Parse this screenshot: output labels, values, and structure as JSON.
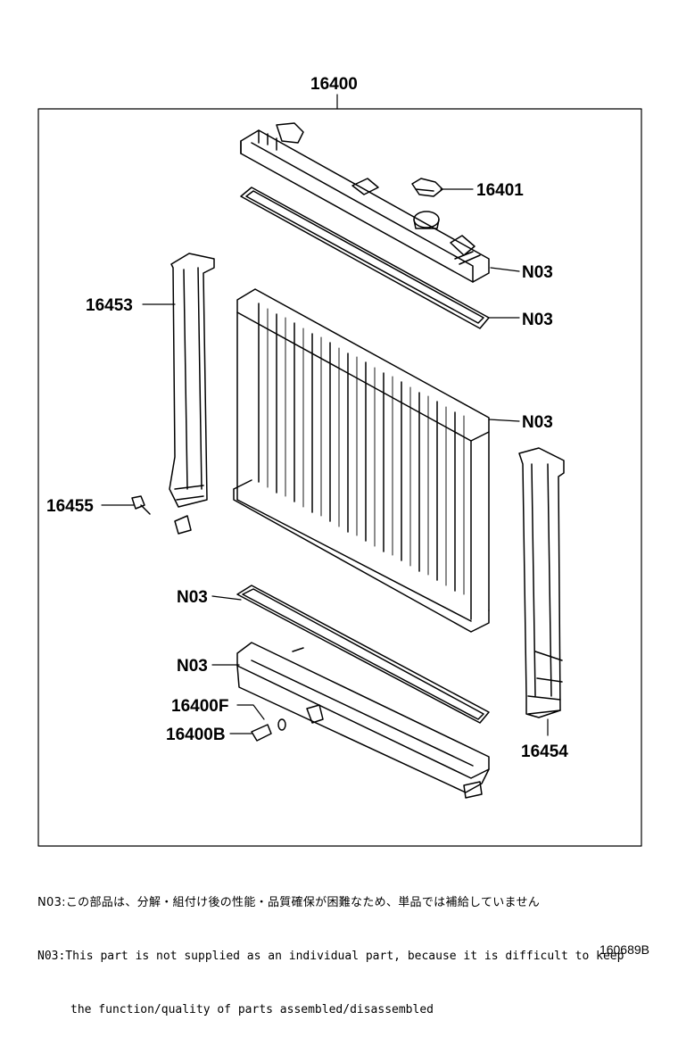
{
  "diagram": {
    "assembly_label": "16400",
    "parts": {
      "cap": "16401",
      "upper_tank_note": "N03",
      "upper_gasket_note": "N03",
      "core_note": "N03",
      "lower_gasket_note": "N03",
      "lower_tank_note": "N03",
      "left_support": "16453",
      "right_support": "16454",
      "bolt": "16455",
      "drain_o_ring": "16400F",
      "drain_plug": "16400B"
    }
  },
  "notes": {
    "line1": "N03:この部品は、分解・組付け後の性能・品質確保が困難なため、単品では補給していません",
    "line2": "N03:This part is not supplied as an individual part, because it is difficult to keep",
    "line3": "the function/quality of parts assembled/disassembled"
  },
  "illustration_code": "160689B"
}
